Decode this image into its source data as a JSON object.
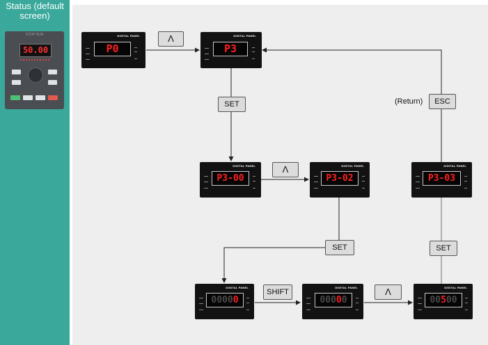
{
  "sidebar": {
    "title_line1": "Status (default",
    "title_line2": "screen)",
    "device": {
      "display": "50.00",
      "brand": "STOP RUN"
    }
  },
  "panel_title": "DIGITAL PANEL",
  "panels": [
    {
      "id": "p0",
      "display": "P0"
    },
    {
      "id": "p3",
      "display": "P3"
    },
    {
      "id": "p3-00",
      "display": "P3-00"
    },
    {
      "id": "p3-02",
      "display": "P3-02"
    },
    {
      "id": "p3-03",
      "display": "P3-03"
    },
    {
      "id": "val1",
      "display_dim": "0000",
      "display_on": "0"
    },
    {
      "id": "val2",
      "display_dim_a": "000",
      "display_on": "0",
      "display_dim_b": "0"
    },
    {
      "id": "val3",
      "display_dim_a": "00",
      "display_on": "5",
      "display_dim_b": "00"
    }
  ],
  "buttons": {
    "up1": "Λ",
    "set1": "SET",
    "esc": "ESC",
    "up2": "Λ",
    "set2": "SET",
    "set3": "SET",
    "shift": "SHIFT",
    "up3": "Λ"
  },
  "return_label": "(Return)",
  "colors": {
    "sidebar": "#3aa89b",
    "canvas": "#eeeeee",
    "panel": "#121212",
    "led": "#ff2020"
  }
}
